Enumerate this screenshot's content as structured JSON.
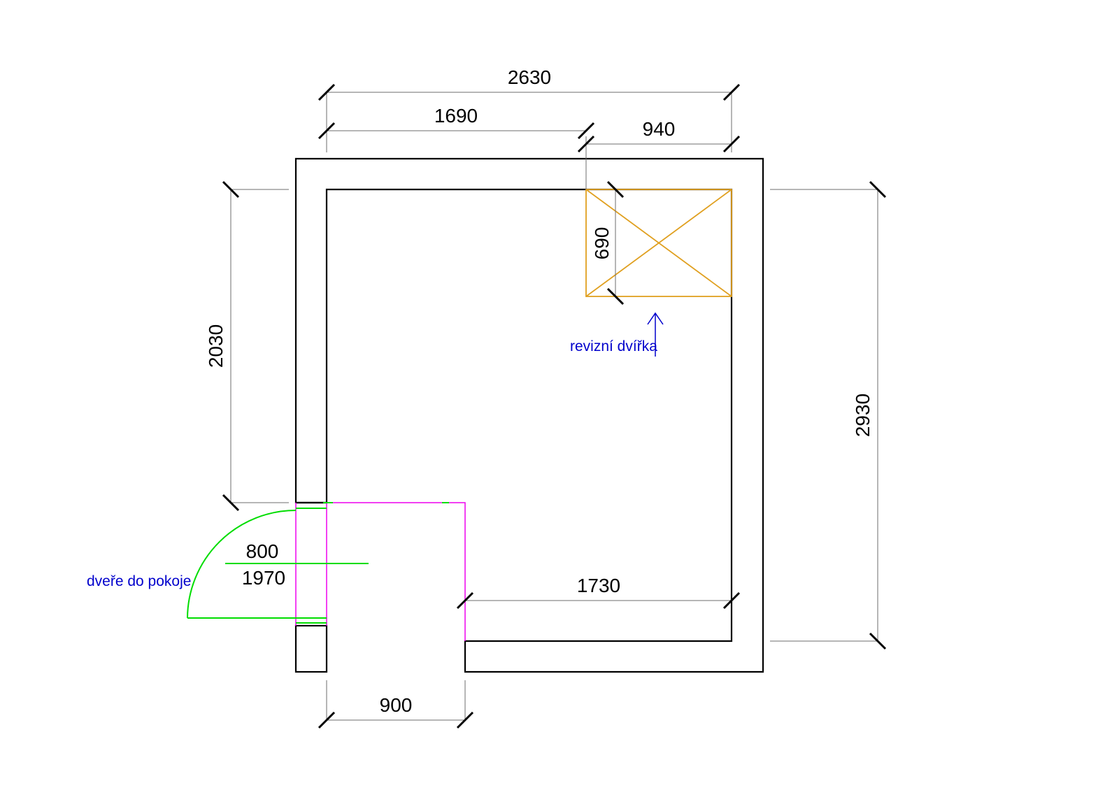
{
  "colors": {
    "wall": "#000000",
    "dimension_line": "#6e6e6e",
    "door": "#00dd00",
    "opening": "#ee00ee",
    "hatch": "#e0a020",
    "note": "#0000cc"
  },
  "dimensions": {
    "total_top": "2630",
    "top_left": "1690",
    "top_right": "940",
    "left": "2030",
    "right": "2930",
    "hatch_height": "690",
    "bottom_inner": "1730",
    "bottom_opening": "900"
  },
  "door": {
    "width": "800",
    "height": "1970",
    "label": "dveře do pokoje"
  },
  "hatch": {
    "label": "revizní dvířka"
  }
}
